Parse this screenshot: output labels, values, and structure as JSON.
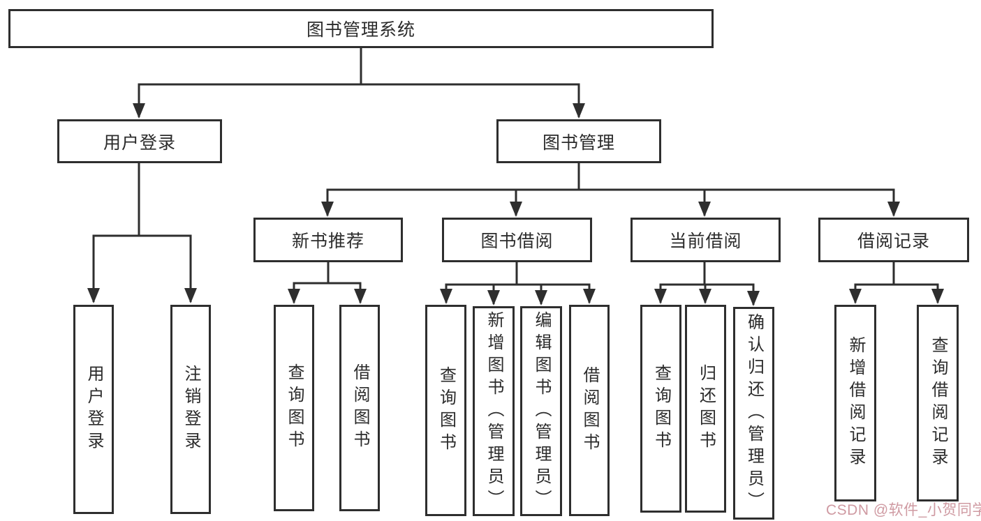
{
  "diagram": {
    "title": "图书管理系统",
    "nodes": {
      "root": "图书管理系统",
      "user_login": "用户登录",
      "book_mgmt": "图书管理",
      "leaf_user_login": "用户登录",
      "leaf_logout": "注销登录",
      "new_book_rec": "新书推荐",
      "book_borrow": "图书借阅",
      "current_borrow": "当前借阅",
      "borrow_record": "借阅记录",
      "nbr_query": "查询图书",
      "nbr_borrow": "借阅图书",
      "bb_query": "查询图书",
      "bb_add": "新增图书（管理员）",
      "bb_edit": "编辑图书（管理员）",
      "bb_borrow": "借阅图书",
      "cb_query": "查询图书",
      "cb_return": "归还图书",
      "cb_confirm": "确认归还（管理员）",
      "br_add": "新增借阅记录",
      "br_query": "查询借阅记录"
    },
    "hierarchy": {
      "图书管理系统": {
        "用户登录": [
          "用户登录",
          "注销登录"
        ],
        "图书管理": {
          "新书推荐": [
            "查询图书",
            "借阅图书"
          ],
          "图书借阅": [
            "查询图书",
            "新增图书（管理员）",
            "编辑图书（管理员）",
            "借阅图书"
          ],
          "当前借阅": [
            "查询图书",
            "归还图书",
            "确认归还（管理员）"
          ],
          "借阅记录": [
            "新增借阅记录",
            "查询借阅记录"
          ]
        }
      }
    }
  },
  "watermark": {
    "text": "CSDN @软件_小贺同学"
  },
  "colors": {
    "line": "#2e2e2e",
    "text": "#2b2b2b",
    "background": "#ffffff",
    "watermark": "#cf9aa2"
  }
}
